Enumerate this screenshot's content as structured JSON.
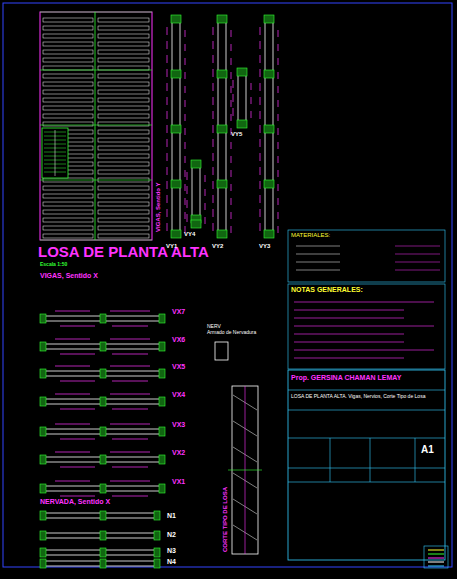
{
  "diagram": {
    "title": "LOSA DE PLANTA ALTA",
    "nodes": [
      {
        "text": [
          "MATERIALES:"
        ]
      },
      {
        "text": [
          "NOTAS GENERALES:"
        ]
      },
      {
        "text": [
          "NERV",
          "Armado de Nervadura"
        ]
      },
      {
        "text": [
          "Prop. GERSINA CHAMAN LEMAY"
        ]
      },
      {
        "text": [
          "LOSA DE PLANTA ALTA. Vigas, Nervios, Corte Tipo de Losa"
        ]
      },
      {
        "text": [
          "A1"
        ]
      }
    ],
    "edges": [],
    "labels": [
      "Escala 1:50",
      "VIGAS, Sentido X",
      "VX7",
      "VX6",
      "VX5",
      "VX4",
      "VX3",
      "VX2",
      "VX1",
      "NERVADA, Sentido X",
      "N1",
      "N2",
      "N3",
      "N4",
      "VIGAS, Sentido Y",
      "VY1",
      "VY2",
      "VY3",
      "VY4",
      "VY5",
      "CORTE TIPO DE LOSA"
    ]
  }
}
